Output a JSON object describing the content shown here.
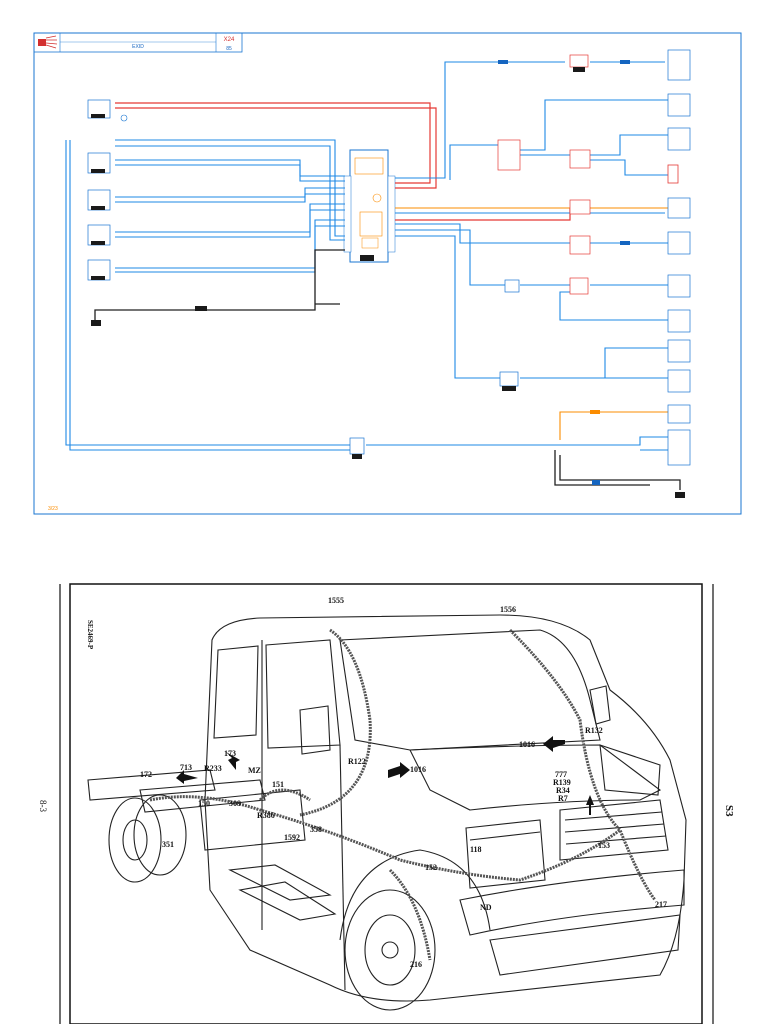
{
  "schematic": {
    "header_title": "EXID",
    "header_code": "X24",
    "header_sub": "85",
    "page_ref": "3/23"
  },
  "illustration": {
    "sheet_code": "SE2469-P",
    "left_margin": "8-3",
    "right_margin": "S3",
    "callouts": [
      "1555",
      "1556",
      "R132",
      "1016",
      "777",
      "R139",
      "R34",
      "R7",
      "172",
      "713",
      "R233",
      "173",
      "MZ",
      "151",
      "150",
      "309",
      "R386",
      "1592",
      "358",
      "R122",
      "1016",
      "118",
      "153",
      "152",
      "351",
      "ND",
      "216",
      "217"
    ]
  },
  "colors": {
    "wire_blue": "#1e88e5",
    "wire_red": "#e53935",
    "wire_orange": "#fb8c00",
    "wire_black": "#212121",
    "frame_blue": "#1976d2"
  }
}
